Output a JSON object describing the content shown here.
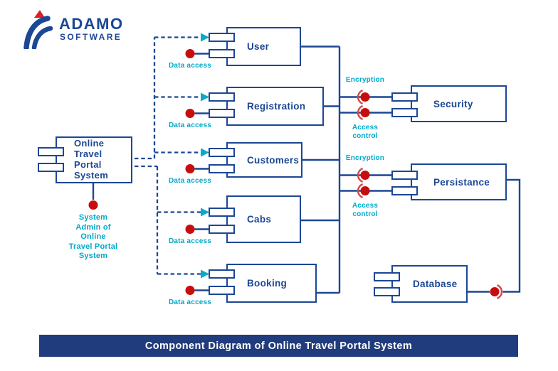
{
  "logo": {
    "name": "ADAMO",
    "suffix": "SOFTWARE"
  },
  "colors": {
    "navy": "#1c4795",
    "teal": "#00a9c9",
    "red": "#c80d0d",
    "banner_bg": "#213c7c"
  },
  "banner": {
    "title": "Component Diagram of Online Travel Portal System"
  },
  "main_component": {
    "label": "Online\nTravel\nPortal\nSystem",
    "actor_label": "System\nAdmin of\nOnline\nTravel Portal\nSystem"
  },
  "components": [
    {
      "id": "user",
      "label": "User",
      "port_label": "Data access"
    },
    {
      "id": "registration",
      "label": "Registration",
      "port_label": "Data access"
    },
    {
      "id": "customers",
      "label": "Customers",
      "port_label": "Data access"
    },
    {
      "id": "cabs",
      "label": "Cabs",
      "port_label": "Data access"
    },
    {
      "id": "booking",
      "label": "Booking",
      "port_label": "Data access"
    }
  ],
  "services": [
    {
      "id": "security",
      "label": "Security",
      "top_port_label": "Encryption",
      "bottom_port_label": "Access\ncontrol"
    },
    {
      "id": "persistance",
      "label": "Persistance",
      "top_port_label": "Encryption",
      "bottom_port_label": "Access\ncontrol"
    }
  ],
  "database": {
    "label": "Database"
  }
}
